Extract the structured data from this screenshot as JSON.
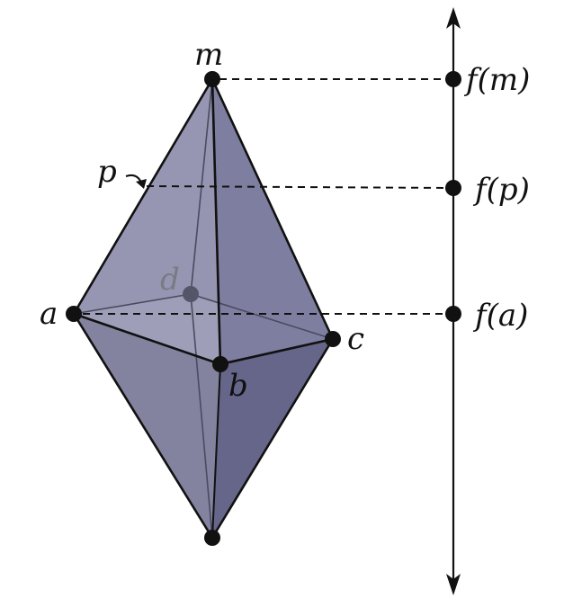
{
  "diagram": {
    "colors": {
      "face_light": "#9a9ab4",
      "face_mid": "#8888a6",
      "face_dark": "#6a6a8c",
      "face_front": "#7e7e9e",
      "stroke": "#111111",
      "hidden": "#5a5a70",
      "dot": "#111111",
      "dot_hidden": "#55556a"
    },
    "vertices": {
      "m": "m",
      "a": "a",
      "b": "b",
      "c": "c",
      "d": "d"
    },
    "point_label": "p",
    "axis_labels": {
      "fm": "f(m)",
      "fp": "f(p)",
      "fa": "f(a)"
    }
  }
}
